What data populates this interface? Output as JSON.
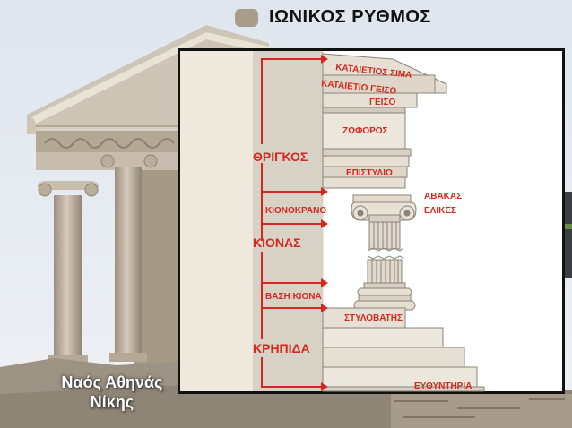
{
  "title": "ΙΩΝΙΚΟΣ ΡΥΘΜΟΣ",
  "photo_caption": [
    "Ναός Αθηνάς",
    "Νίκης"
  ],
  "colors": {
    "label_red": "#d4281e",
    "panel_bg": "#efe8dc",
    "column_stone": "#e0d9cc",
    "diagram_border": "#111111"
  },
  "left_labels": {
    "thrigkos": "ΘΡΙΓΚΟΣ",
    "kionokrano": "ΚΙΟΝΟΚΡΑΝΟ",
    "kionas": "ΚΙΟΝΑΣ",
    "vasi_kiona": "ΒΑΣΗ ΚΙΟΝΑ",
    "krypida": "ΚΡΗΠΙΔΑ"
  },
  "part_labels": {
    "kataietios_sima": "ΚΑΤΑΙΕΤΙΟΣ ΣΙΜΑ",
    "kataietio_geiso": "ΚΑΤΑΙΕΤΙΟ ΓΕΙΣΟ",
    "geiso": "ΓΕΙΣΟ",
    "zoforos": "ΖΩΦΟΡΟΣ",
    "epistylio": "ΕΠΙΣΤΥΛΙΟ",
    "avakas": "ΑΒΑΚΑΣ",
    "elikes": "ΕΛΙΚΕΣ",
    "stylovatis": "ΣΤΥΛΟΒΑΤΗΣ",
    "eythyntiria": "ΕΥΘΥΝΤΗΡΙΑ"
  }
}
